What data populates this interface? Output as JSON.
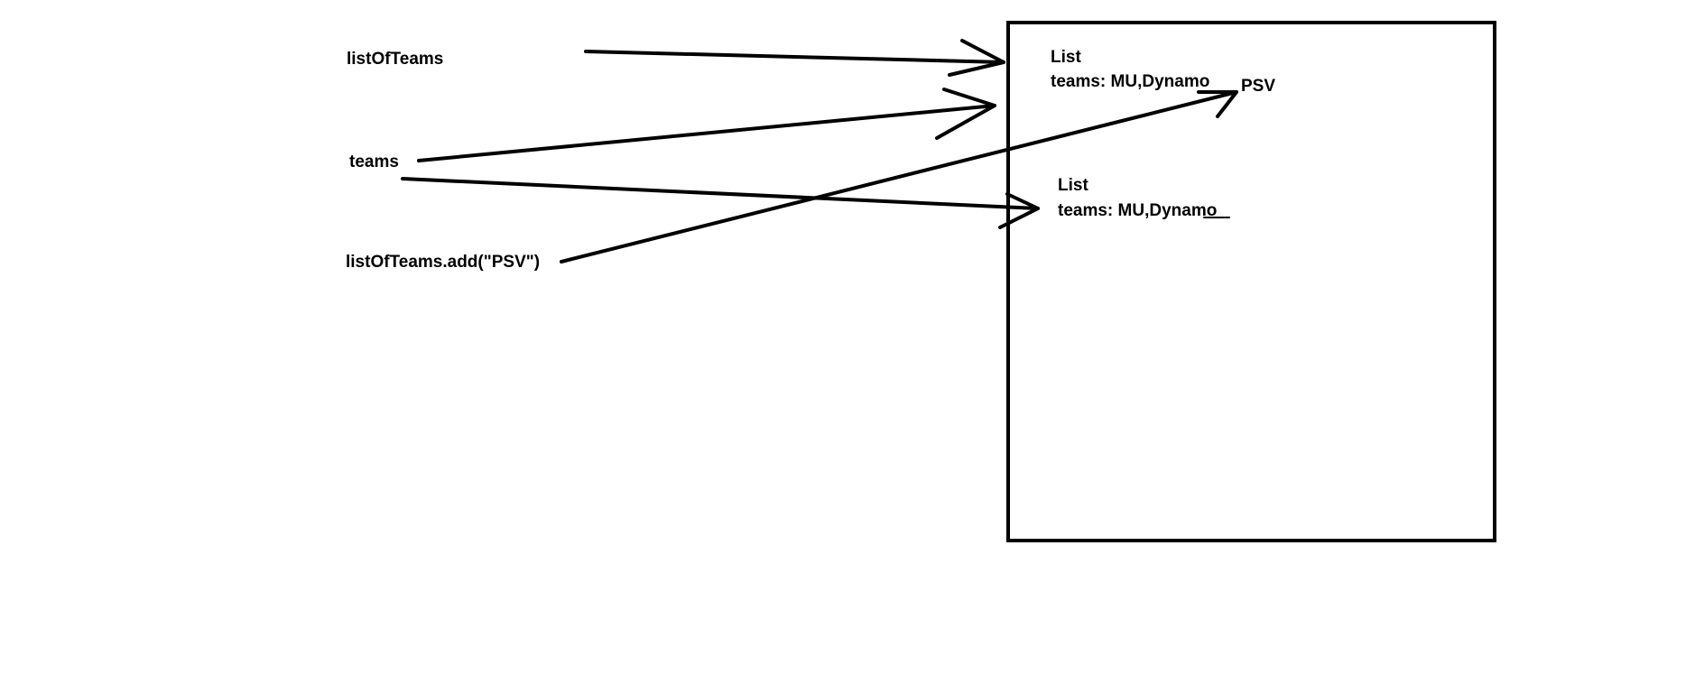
{
  "variables": {
    "list_of_teams": "listOfTeams",
    "teams": "teams",
    "add_call": "listOfTeams.add(\"PSV\")"
  },
  "heap": {
    "object1": {
      "type": "List",
      "content": "teams: MU,Dynamo"
    },
    "object2": {
      "type": "List",
      "content": "teams: MU,Dynamo"
    },
    "added_item": "PSV"
  },
  "colors": {
    "ink": "#000000",
    "background": "#ffffff"
  }
}
